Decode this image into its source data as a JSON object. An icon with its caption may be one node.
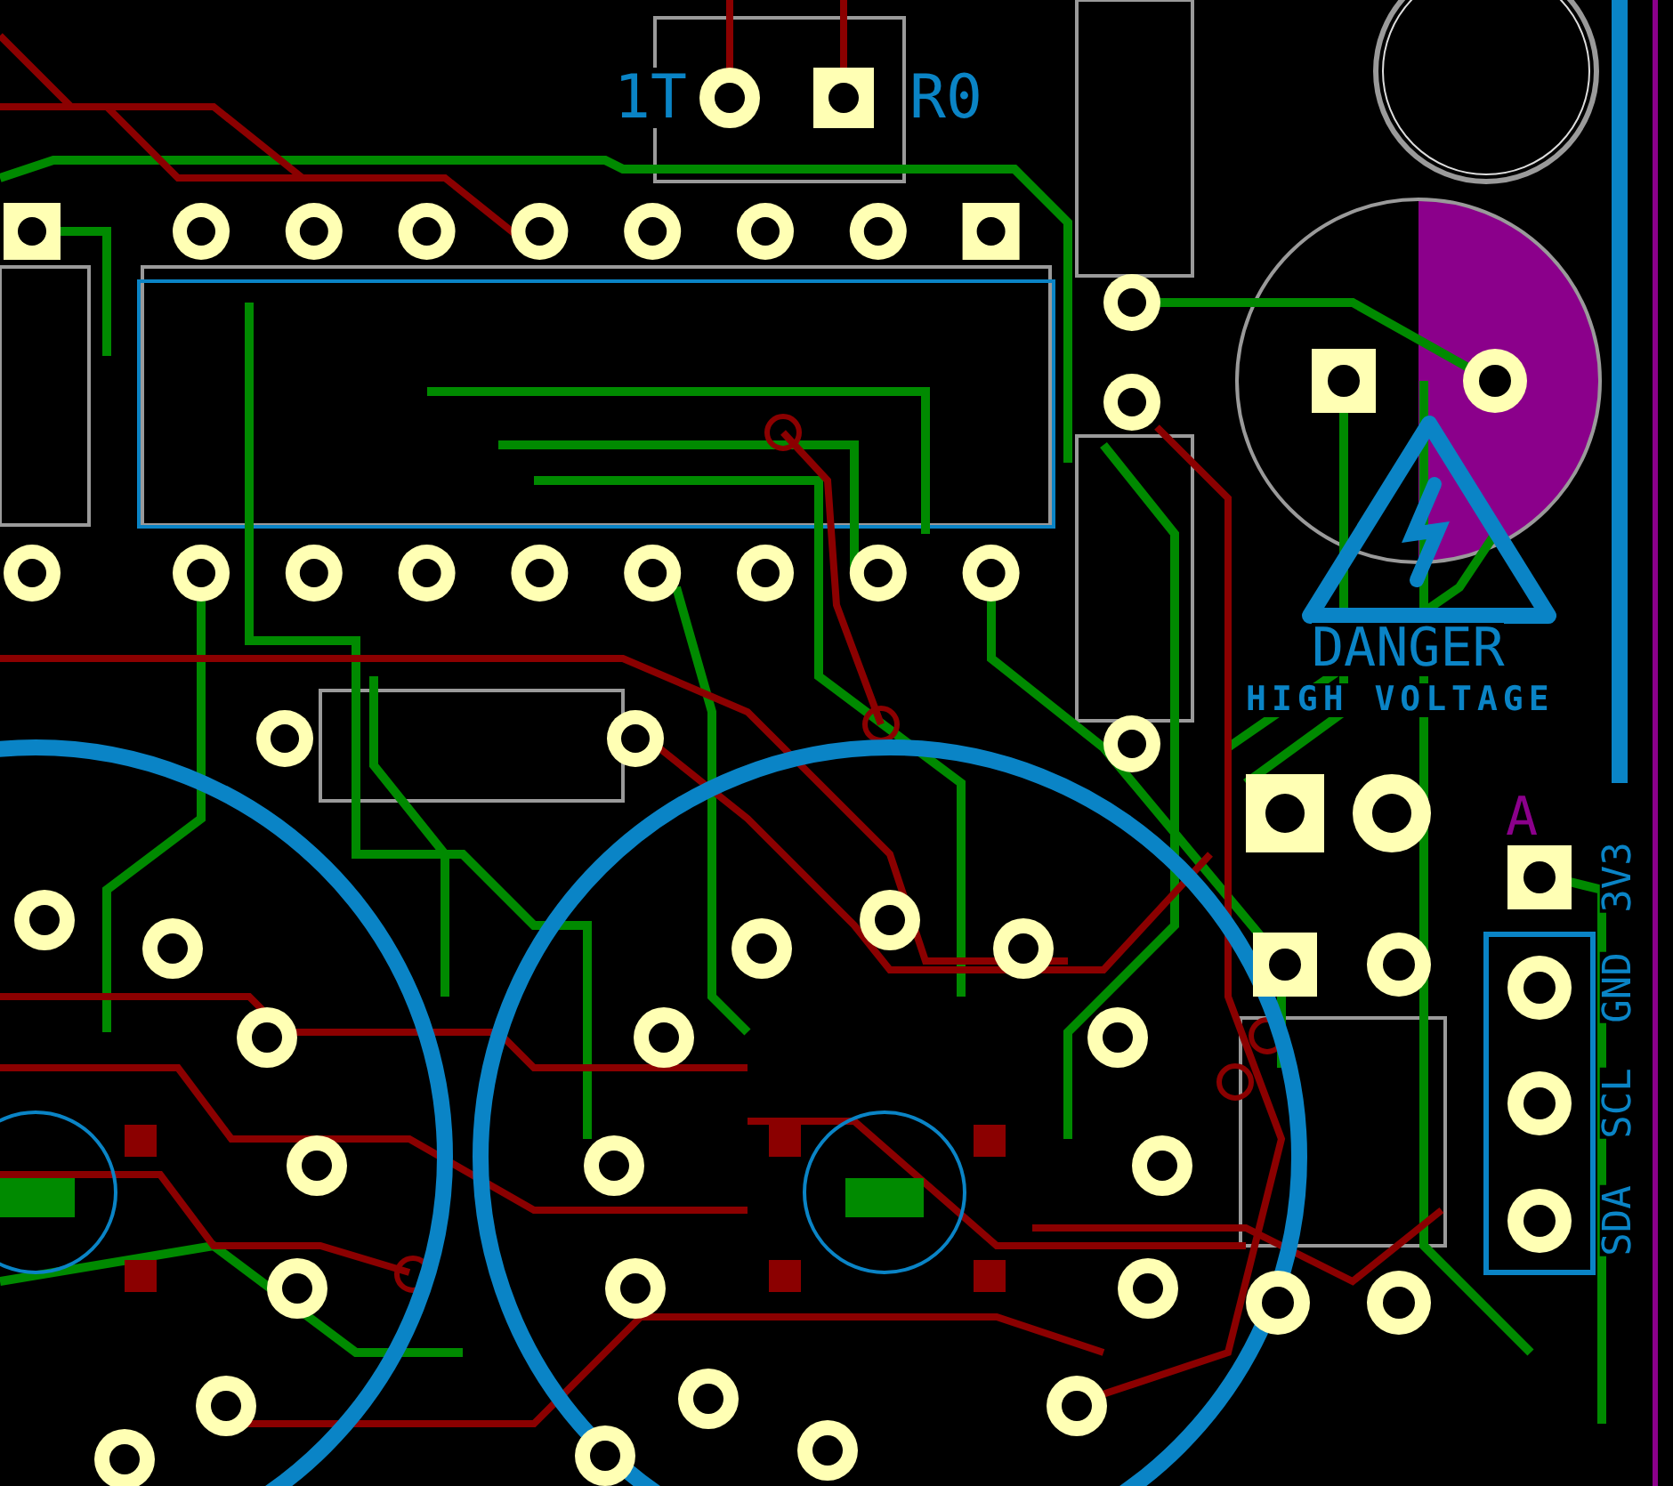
{
  "diagram": {
    "labels": [
      "1T",
      "R0",
      "DANGER",
      "HIGH VOLTAGE",
      "A",
      "3V3",
      "GND",
      "SCL",
      "SDA"
    ]
  }
}
